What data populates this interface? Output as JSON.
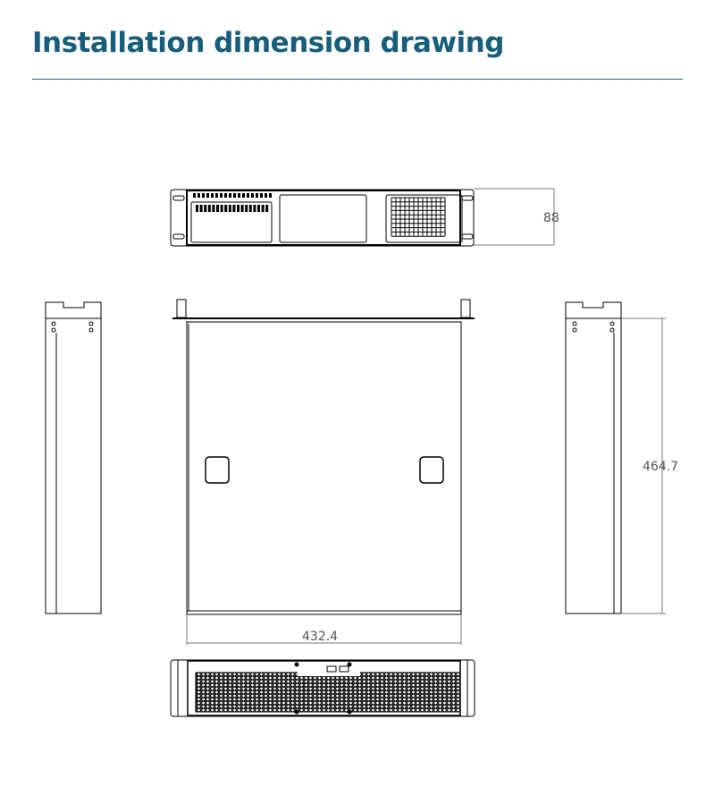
{
  "header": {
    "title": "Installation dimension drawing"
  },
  "dimensions": {
    "height": "88",
    "width": "432.4",
    "depth": "464.7"
  },
  "colors": {
    "title": "#175e7b",
    "rule": "#1f5f7a",
    "drawing_line": "#000000"
  }
}
